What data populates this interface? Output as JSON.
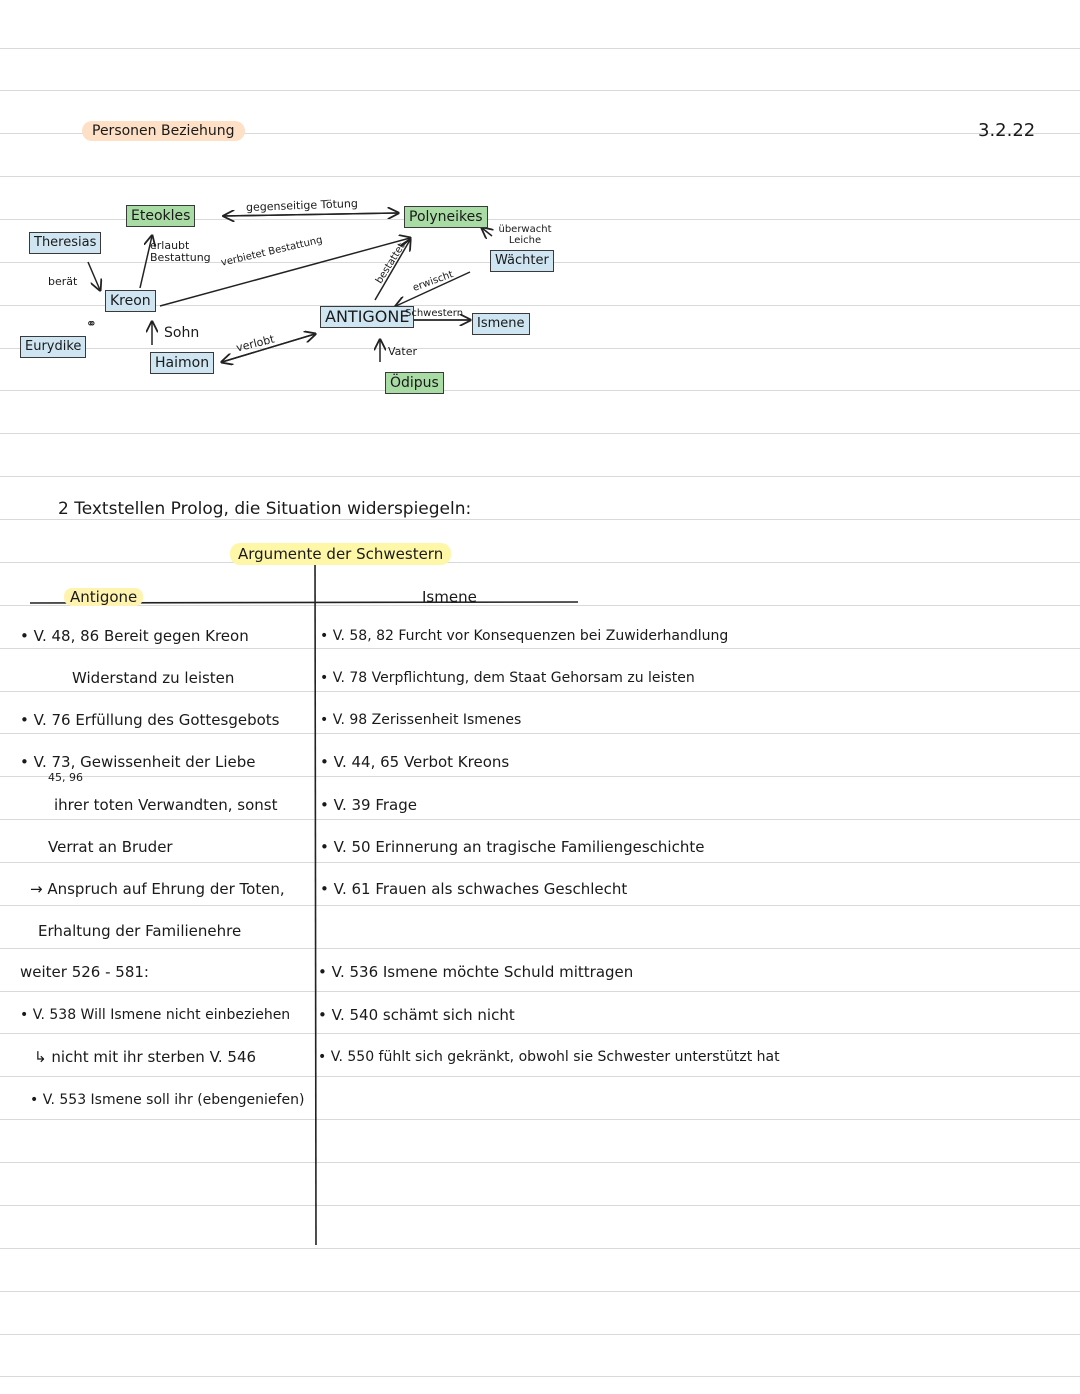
{
  "header": {
    "title": "Personen Beziehung",
    "date": "3.2.22"
  },
  "diagram": {
    "nodes": {
      "eteokles": "Eteokles",
      "polyneikes": "Polyneikes",
      "theresias": "Theresias",
      "kreon": "Kreon",
      "eurydike": "Eurydike",
      "haimon": "Haimon",
      "antigone": "ANTIGONE",
      "ismene": "Ismene",
      "oedipus": "Ödipus",
      "waechter": "Wächter"
    },
    "labels": {
      "gegenseitige_toetung": "gegenseitige Tötung",
      "erlaubt_bestattung": "erlaubt Bestattung",
      "verbietet_bestattung": "verbietet Bestattung",
      "beraet": "berät",
      "sohn": "Sohn",
      "verlobt": "verlobt",
      "bestattet": "bestattet",
      "erwischt": "erwischt",
      "schwestern": "Schwestern",
      "vater": "Vater",
      "ueberwacht_leiche": "überwacht Leiche",
      "married_symbol": "⚭"
    }
  },
  "section": {
    "heading": "2 Textstellen Prolog, die Situation widerspiegeln:",
    "subheading": "Argumente der Schwestern"
  },
  "table": {
    "left_header": "Antigone",
    "right_header": "Ismene",
    "left": [
      "• V. 48, 86   Bereit gegen Kreon",
      "Widerstand zu leisten",
      "• V. 76  Erfüllung des Gottesgebots",
      "• V. 73, Gewissenheit der Liebe",
      "45, 96",
      "ihrer toten Verwandten, sonst",
      "Verrat an Bruder",
      "→ Anspruch auf Ehrung der Toten,",
      "Erhaltung der Familienehre",
      "weiter 526 - 581:",
      "• V. 538  Will Ismene nicht einbeziehen",
      "↳ nicht mit ihr sterben  V. 546",
      "• V. 553  Ismene soll ihr (ebengeniefen)"
    ],
    "right": [
      "• V. 58, 82   Furcht vor Konsequenzen bei Zuwiderhandlung",
      "• V. 78  Verpflichtung, dem Staat Gehorsam zu leisten",
      "• V. 98  Zerissenheit Ismenes",
      "• V. 44, 65  Verbot Kreons",
      "• V. 39  Frage",
      "• V. 50  Erinnerung an tragische Familiengeschichte",
      "• V. 61   Frauen als schwaches Geschlecht",
      "• V. 536  Ismene möchte Schuld mittragen",
      "• V. 540  schämt sich nicht",
      "• V. 550  fühlt sich gekränkt, obwohl sie Schwester unterstützt hat"
    ]
  }
}
